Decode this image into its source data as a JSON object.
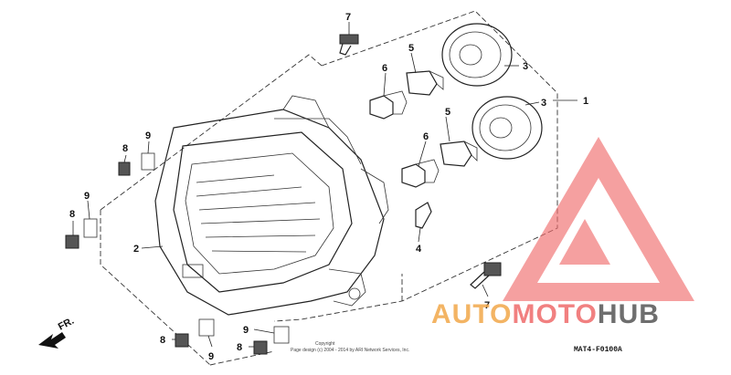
{
  "callouts": [
    "1",
    "2",
    "3",
    "3",
    "4",
    "5",
    "5",
    "6",
    "6",
    "7",
    "7",
    "8",
    "8",
    "8",
    "8",
    "9",
    "9",
    "9",
    "9"
  ],
  "direction_label": "FR.",
  "copyright_heading": "Copyright",
  "copyright_text": "Page design (c) 2004 - 2014 by ARI Network Services, Inc.",
  "diagram_code": "MAT4-F0100A",
  "watermark": {
    "part_auto": "AUTO",
    "part_moto": "MOTO",
    "part_hub": "HUB",
    "colors": {
      "auto": "#f2a84a",
      "moto": "#ef6b6b",
      "hub": "#555555",
      "triangle": "#ef6b6b"
    }
  }
}
